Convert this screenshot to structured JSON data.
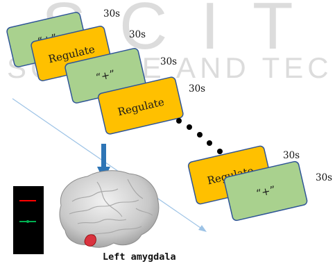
{
  "watermark": {
    "top": "SCIT",
    "bottom": "SCIENCE AND TECH"
  },
  "trials": [
    {
      "label": "“+”",
      "kind": "rest",
      "duration": "30s",
      "color": "#a9d18e"
    },
    {
      "label": "Regulate",
      "kind": "regulate",
      "duration": "30s",
      "color": "#ffc000"
    },
    {
      "label": "“+”",
      "kind": "rest",
      "duration": "30s",
      "color": "#a9d18e"
    },
    {
      "label": "Regulate",
      "kind": "regulate",
      "duration": "30s",
      "color": "#ffc000"
    },
    {
      "label": "Regulate",
      "kind": "regulate",
      "duration": "30s",
      "color": "#ffc000"
    },
    {
      "label": "“+”",
      "kind": "rest",
      "duration": "30s",
      "color": "#a9d18e"
    }
  ],
  "region_label": "Left amygdala",
  "colors": {
    "rest": "#a9d18e",
    "regulate": "#ffc000",
    "card_border": "#2f5597",
    "arrow": "#2e75b6",
    "timeline": "#9dc3e6",
    "feedback_bg": "#000000",
    "feedback_red": "#ff0000",
    "feedback_green": "#00b050"
  }
}
